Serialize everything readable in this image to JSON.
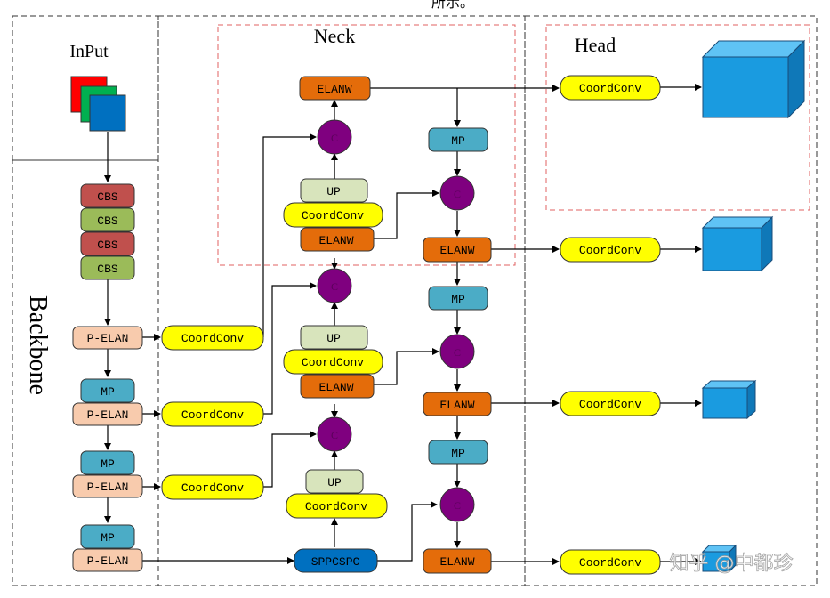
{
  "top_fragment": "所示。",
  "regions": {
    "input": "InPut",
    "neck": "Neck",
    "head": "Head",
    "backbone": "Backbone"
  },
  "backbone": {
    "cbs": [
      "CBS",
      "CBS",
      "CBS",
      "CBS"
    ],
    "pelan": [
      "P-ELAN",
      "P-ELAN",
      "P-ELAN",
      "P-ELAN"
    ],
    "mp": [
      "MP",
      "MP",
      "MP"
    ],
    "coordconv": [
      "CoordConv",
      "CoordConv",
      "CoordConv"
    ]
  },
  "neck": {
    "elanw": [
      "ELANW",
      "ELANW",
      "ELANW",
      "ELANW",
      "ELANW",
      "ELANW"
    ],
    "up": [
      "UP",
      "UP",
      "UP"
    ],
    "coordconv": [
      "CoordConv",
      "CoordConv",
      "CoordConv"
    ],
    "mp": [
      "MP",
      "MP",
      "MP"
    ],
    "concat": [
      "C",
      "C",
      "C",
      "C",
      "C",
      "C"
    ],
    "sppcspc": "SPPCSPC"
  },
  "head": {
    "coordconv": [
      "CoordConv",
      "CoordConv",
      "CoordConv",
      "CoordConv"
    ]
  },
  "watermark": "知乎 @中都珍",
  "colors": {
    "cbs_red": "#c0504d",
    "cbs_green": "#9bbb59",
    "pelan": "#f8cbad",
    "mp": "#4bacc6",
    "coordconv": "#ffff00",
    "elanw": "#e46c0a",
    "up": "#d8e4bc",
    "concat": "#7f007f",
    "sppcspc": "#0070c0",
    "cube": "#1a9be0",
    "dash_red": "#e06060"
  }
}
